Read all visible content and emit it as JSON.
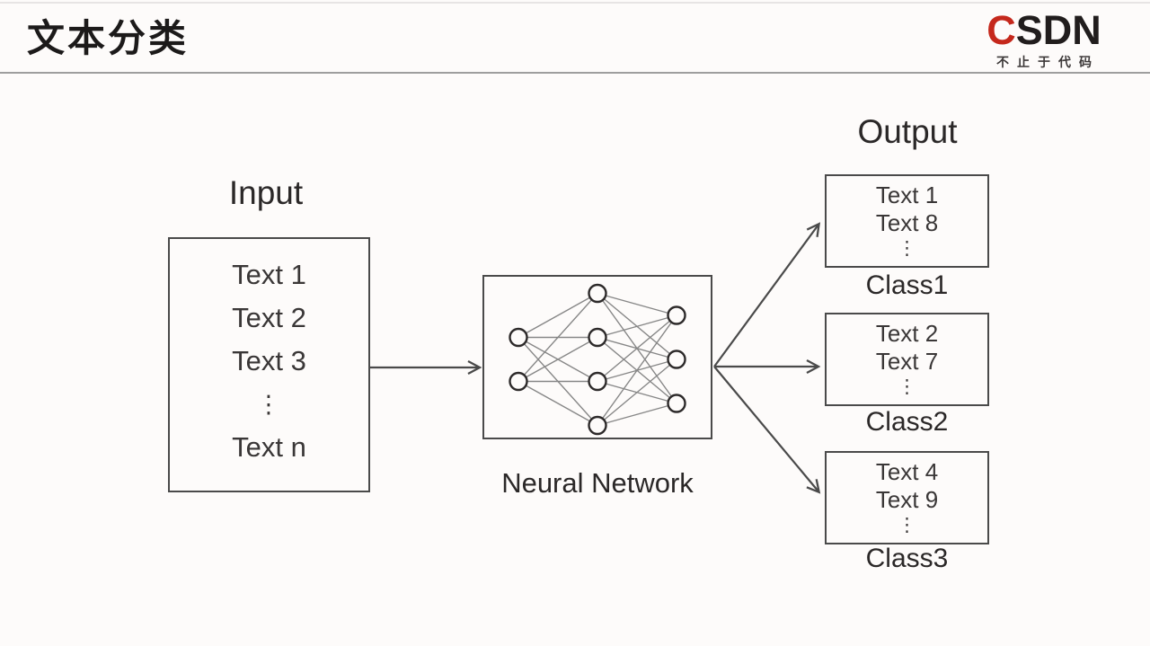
{
  "header": {
    "title": "文本分类",
    "logo": {
      "c": "C",
      "rest": "SDN",
      "tagline": "不止于代码"
    }
  },
  "diagram": {
    "input": {
      "label": "Input",
      "lines": [
        "Text 1",
        "Text 2",
        "Text 3",
        "⋮",
        "Text n"
      ]
    },
    "network": {
      "label": "Neural Network",
      "layer_sizes": [
        2,
        4,
        3
      ]
    },
    "output": {
      "label": "Output",
      "groups": [
        {
          "lines": [
            "Text 1",
            "Text 8",
            "⋮"
          ],
          "class_label": "Class1"
        },
        {
          "lines": [
            "Text 2",
            "Text 7",
            "⋮"
          ],
          "class_label": "Class2"
        },
        {
          "lines": [
            "Text 4",
            "Text 9",
            "⋮"
          ],
          "class_label": "Class3"
        }
      ]
    }
  },
  "colors": {
    "background": "#fdfbfa",
    "stroke": "#4a4a4a",
    "edge": "#878787",
    "node_stroke": "#2d2a2a",
    "text": "#333030",
    "logo_red": "#c5281c",
    "logo_dark": "#211d1d",
    "divider": "#9e9e9e"
  }
}
